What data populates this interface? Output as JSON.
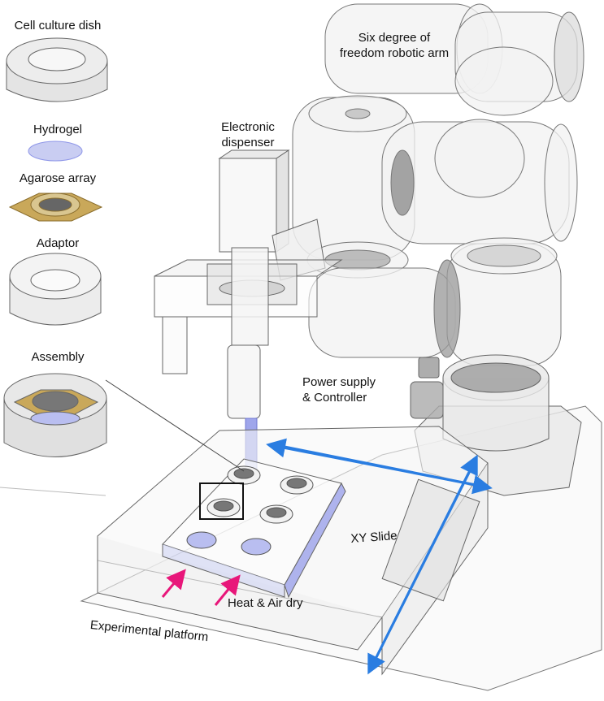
{
  "labels": {
    "cell_culture_dish": "Cell culture dish",
    "hydrogel": "Hydrogel",
    "agarose_array": "Agarose array",
    "adaptor": "Adaptor",
    "assembly": "Assembly",
    "robotic_arm": "Six degree of\nfreedom robotic arm",
    "electronic_dispenser": "Electronic\ndispenser",
    "power_supply": "Power supply\n& Controller",
    "xy_slide": "XY Slide",
    "heat_air_dry": "Heat & Air dry",
    "experimental_platform": "Experimental platform"
  },
  "colors": {
    "xy_arrow": "#2a7de1",
    "heat_arrow": "#e8177a",
    "hydrogel_fill": "#c9cdf2",
    "gold": "#c9a85a",
    "line": "#555555",
    "highlight_box": "#111111"
  }
}
